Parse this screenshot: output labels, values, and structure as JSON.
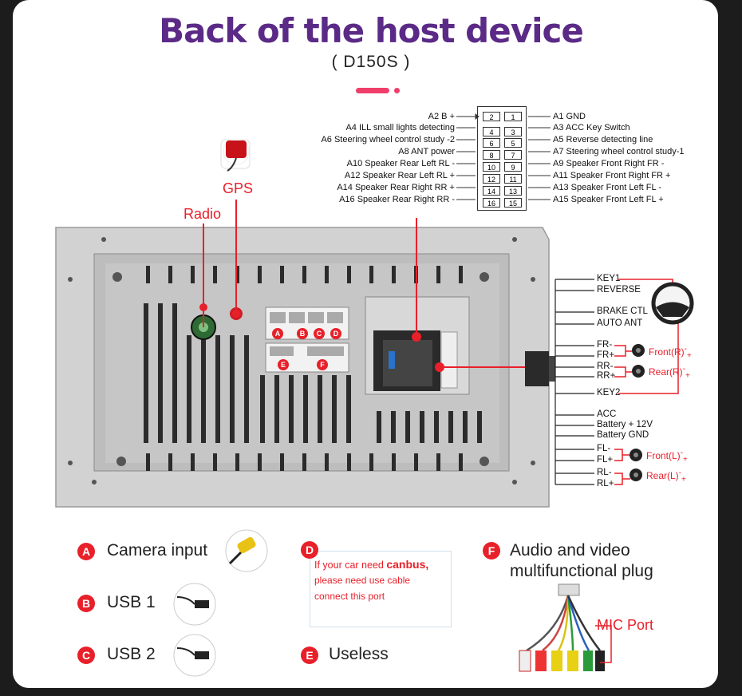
{
  "header": {
    "title": "Back of the host device",
    "model": "( D150S )"
  },
  "pinout": {
    "left_labels": [
      "A2  B +",
      "A4  ILL small lights detecting",
      "A6  Steering wheel control study -2",
      "A8  ANT power",
      "A10 Speaker Rear Left RL -",
      "A12 Speaker Rear Left RL +",
      "A14 Speaker Rear Right RR +",
      "A16 Speaker Rear Right RR -"
    ],
    "right_labels": [
      "A1 GND",
      "A3 ACC Key Switch",
      "A5 Reverse detecting line",
      "A7 Steering wheel control study-1",
      "A9 Speaker Front Right FR -",
      "A11 Speaker Front Right FR +",
      "A13 Speaker Front Left FL -",
      "A15 Speaker Front Left FL +"
    ],
    "pins_even": [
      "2",
      "4",
      "6",
      "8",
      "10",
      "12",
      "14",
      "16"
    ],
    "pins_odd": [
      "1",
      "3",
      "5",
      "7",
      "9",
      "11",
      "13",
      "15"
    ]
  },
  "callouts": {
    "gps": "GPS",
    "radio": "Radio"
  },
  "connector_letters": {
    "a": "A",
    "b": "B",
    "c": "C",
    "d": "D",
    "e": "E",
    "f": "F"
  },
  "harness": {
    "labels": [
      "KEY1",
      "REVERSE",
      "BRAKE CTL",
      "AUTO ANT",
      "FR-",
      "FR+",
      "RR-",
      "RR+",
      "KEY2",
      "ACC",
      "Battery + 12V",
      "Battery GND",
      "FL-",
      "FL+",
      "RL-",
      "RL+"
    ],
    "speakers": {
      "front_r": "Front(R)",
      "rear_r": "Rear(R)",
      "front_l": "Front(L)",
      "rear_l": "Rear(L)"
    }
  },
  "legend": {
    "a": {
      "badge": "A",
      "text": "Camera input"
    },
    "b": {
      "badge": "B",
      "text": "USB 1"
    },
    "c": {
      "badge": "C",
      "text": "USB 2"
    },
    "d": {
      "badge": "D",
      "line1": "If your car need",
      "line1_bold": "canbus,",
      "line2": "please need use cable",
      "line3": "connect this port"
    },
    "e": {
      "badge": "E",
      "text": "Useless"
    },
    "f": {
      "badge": "F",
      "line1": "Audio and video",
      "line2": "multifunctional plug",
      "mic": "MIC Port"
    }
  },
  "colors": {
    "title": "#5b2a86",
    "accent_red": "#e8202a",
    "pink_bar": "#ef3e6a",
    "panel": "#c9c9c9"
  }
}
